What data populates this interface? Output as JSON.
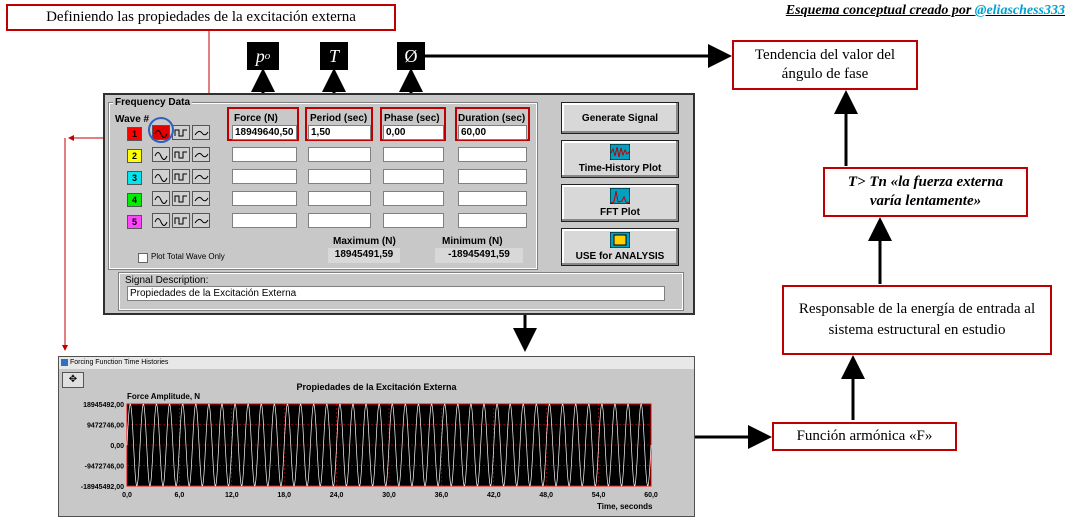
{
  "annotations": {
    "title_box": "Definiendo las propiedades de la excitación externa",
    "credit_prefix": "Esquema  conceptual creado por ",
    "credit_handle": "@eliaschess333",
    "symbol_force_base": "p",
    "symbol_force_sub": "o",
    "symbol_period": "T",
    "symbol_phase": "Ø",
    "phase_trend": "Tendencia del valor del ángulo de fase",
    "slow_condition_line1": "T> Tn   «la fuerza externa",
    "slow_condition_line2": "varía lentamente»",
    "energy_source": "Responsable de la energía de entrada al sistema estructural en estudio",
    "harmonic_function": "Función armónica  «F»"
  },
  "frequency_panel": {
    "group_title": "Frequency Data",
    "wave_header": "Wave #",
    "columns": {
      "force": "Force (N)",
      "period": "Period (sec)",
      "phase": "Phase (sec)",
      "duration": "Duration (sec)"
    },
    "waves": [
      {
        "num": "1",
        "color": "#ff0000",
        "force": "18949640,50",
        "period": "1,50",
        "phase": "0,00",
        "duration": "60,00"
      },
      {
        "num": "2",
        "color": "#ffff00",
        "force": "",
        "period": "",
        "phase": "",
        "duration": ""
      },
      {
        "num": "3",
        "color": "#00e5ee",
        "force": "",
        "period": "",
        "phase": "",
        "duration": ""
      },
      {
        "num": "4",
        "color": "#00ee00",
        "force": "",
        "period": "",
        "phase": "",
        "duration": ""
      },
      {
        "num": "5",
        "color": "#ff44ff",
        "force": "",
        "period": "",
        "phase": "",
        "duration": ""
      }
    ],
    "plot_total_label": "Plot Total Wave Only",
    "maximum_label": "Maximum (N)",
    "maximum_value": "18945491,59",
    "minimum_label": "Minimum (N)",
    "minimum_value": "-18945491,59",
    "signal_description_label": "Signal Description:",
    "signal_description_value": "Propiedades de la Excitación Externa",
    "buttons": {
      "generate": "Generate Signal",
      "time_history": "Time-History Plot",
      "fft": "FFT Plot",
      "use_analysis": "USE for ANALYSIS"
    }
  },
  "time_history_window": {
    "window_title": "Forcing Function Time Histories",
    "plot_title": "Propiedades de la Excitación Externa",
    "ylabel": "Force Amplitude, N",
    "xlabel": "Time, seconds"
  },
  "chart_data": {
    "type": "line",
    "title": "Propiedades de la Excitación Externa",
    "xlabel": "Time, seconds",
    "ylabel": "Force Amplitude, N",
    "xlim": [
      0,
      60
    ],
    "ylim": [
      -18945492,
      18945492
    ],
    "x_ticks": [
      "0,0",
      "6,0",
      "12,0",
      "18,0",
      "24,0",
      "30,0",
      "36,0",
      "42,0",
      "48,0",
      "54,0",
      "60,0"
    ],
    "y_ticks": [
      "18945492,00",
      "9472746,00",
      "0,00",
      "-9472746,00",
      "-18945492,00"
    ],
    "amplitude": 18945491.59,
    "period": 1.5,
    "phase": 0,
    "line_color": "#ffffff",
    "background_color": "#000000",
    "grid": true
  }
}
